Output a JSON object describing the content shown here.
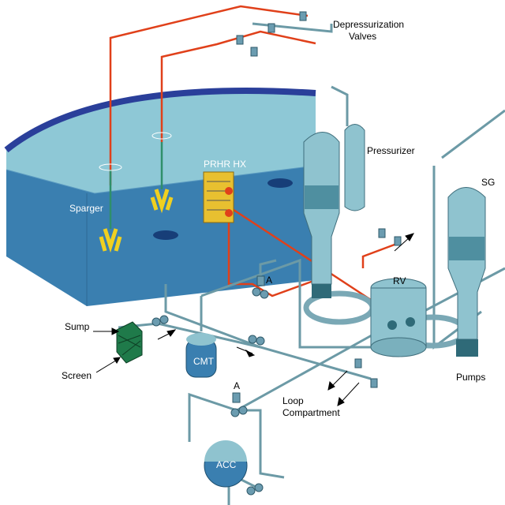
{
  "labels": {
    "depressurization_1": "Depressurization",
    "depressurization_2": "Valves",
    "pressurizer": "Pressurizer",
    "sg": "SG",
    "prhr_hx": "PRHR HX",
    "sparger": "Sparger",
    "rv": "RV",
    "pumps": "Pumps",
    "sump": "Sump",
    "screen": "Screen",
    "cmt": "CMT",
    "acc": "ACC",
    "valve_a_upper": "A",
    "valve_a_lower": "A",
    "loop_1": "Loop",
    "loop_2": "Compartment"
  },
  "colors": {
    "water": "#7fbfcf",
    "tank_wall": "#3a7fb0",
    "tank_rim": "#2a3f9a",
    "pipe": "#6c9aa6",
    "hot_line": "#e0401a",
    "sparger_line": "#2f8f6a",
    "component": "#8fc3cf",
    "prhr": "#e8c030"
  }
}
